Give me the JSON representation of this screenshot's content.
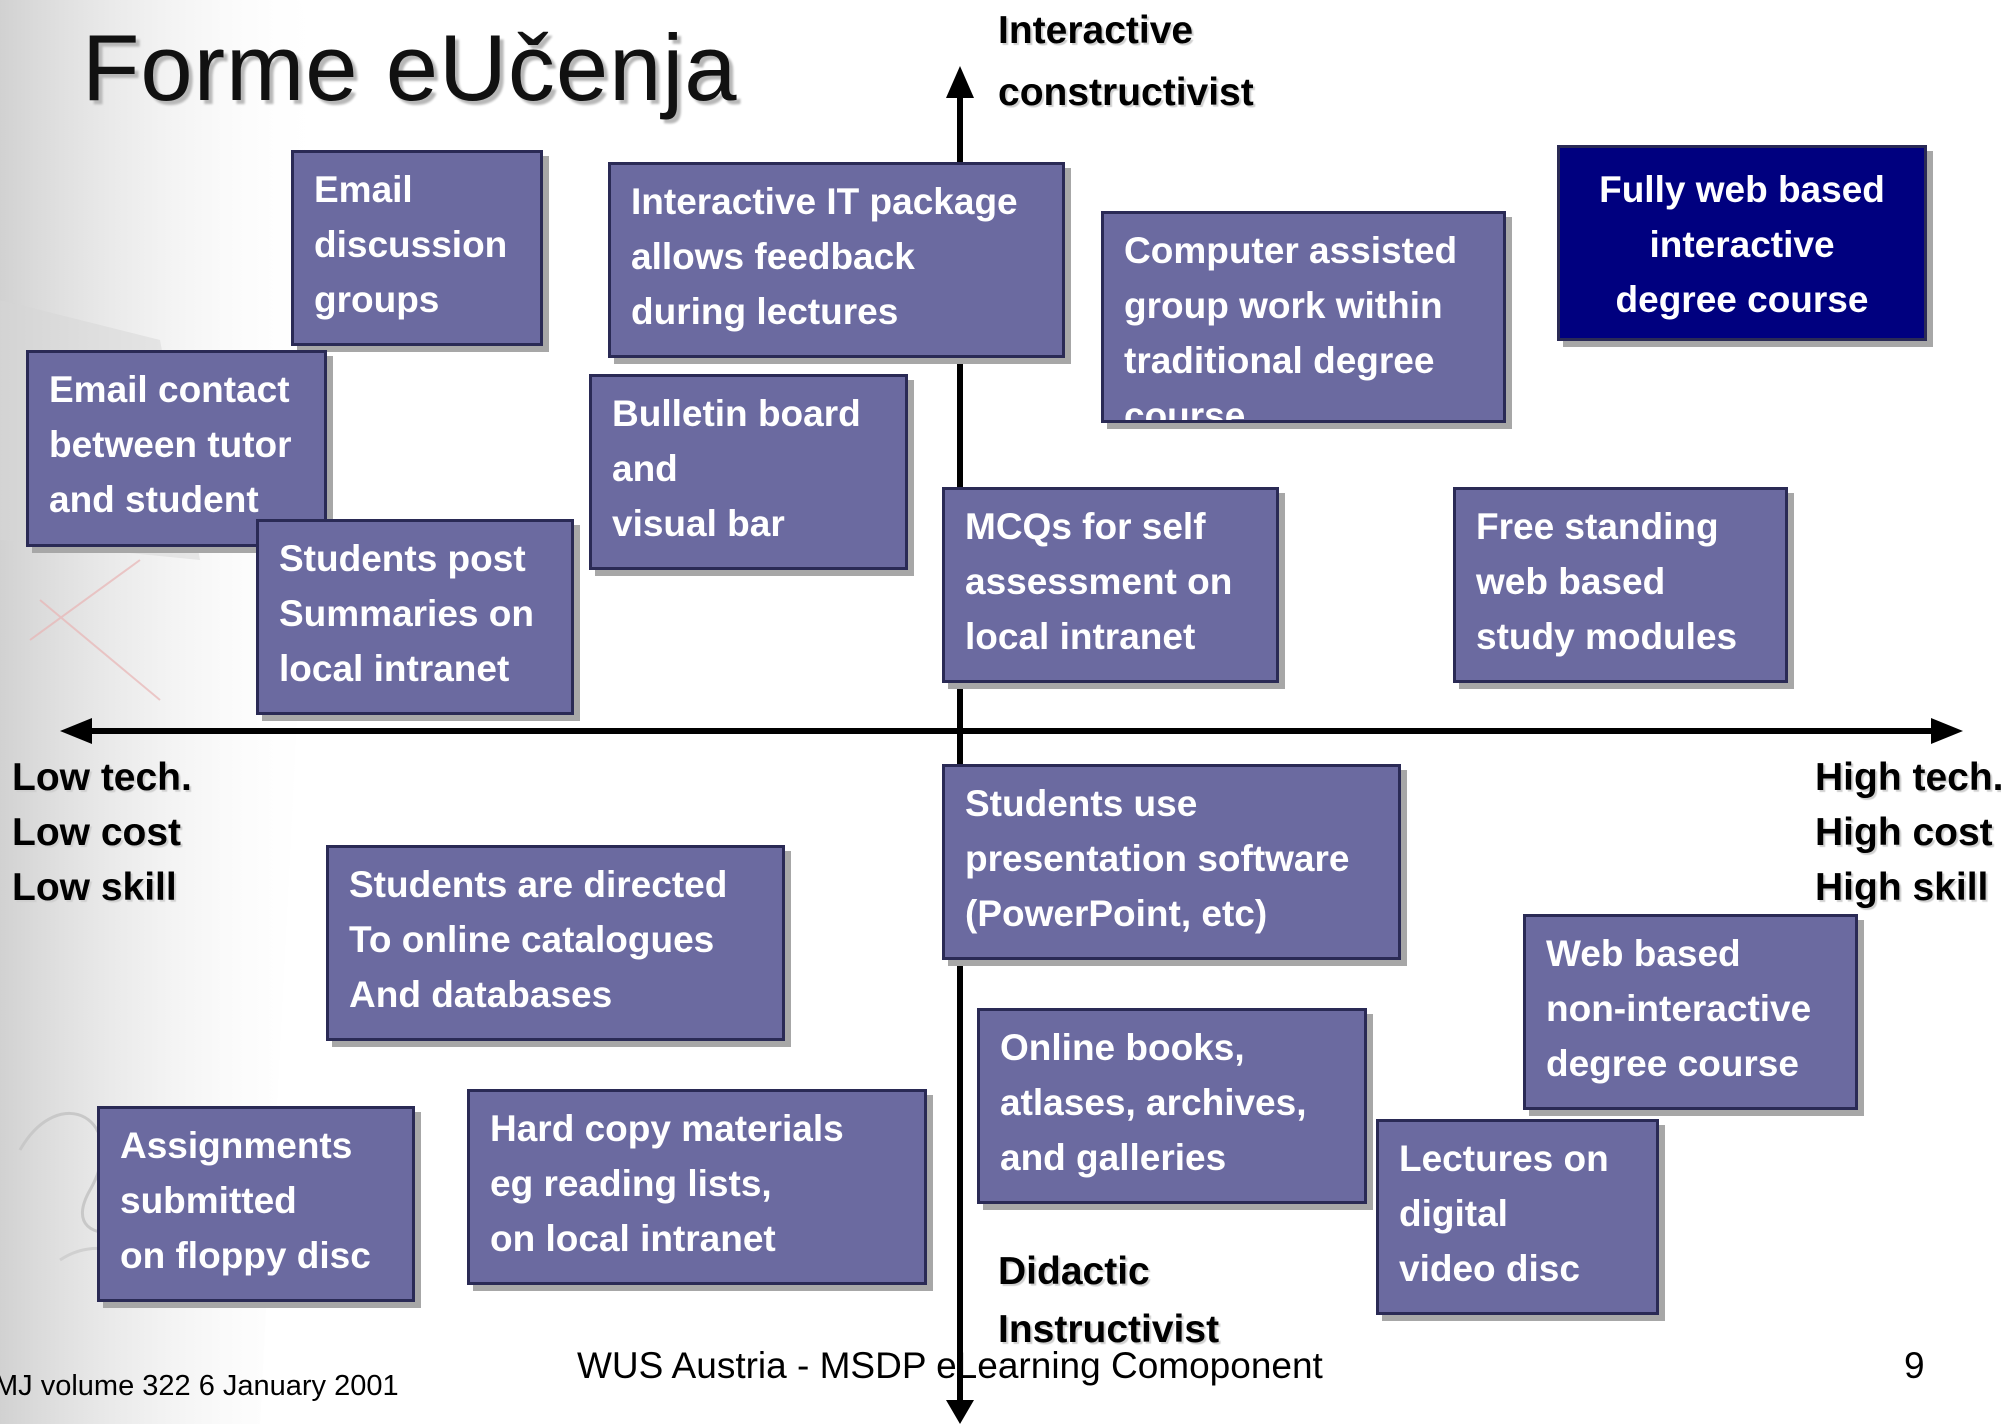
{
  "slide": {
    "title": "Forme eUčenja",
    "axes": {
      "top": [
        "Interactive",
        "constructivist"
      ],
      "bottom": [
        "Didactic",
        "Instructivist"
      ],
      "left": [
        "Low tech.",
        "Low cost",
        "Low skill"
      ],
      "right": [
        "High tech.",
        "High cost",
        "High skill"
      ]
    },
    "boxes": [
      {
        "id": "email-discussion-groups",
        "lines": [
          "Email",
          "discussion",
          "groups"
        ]
      },
      {
        "id": "interactive-it-package",
        "lines": [
          "Interactive IT package",
          "allows feedback",
          "during lectures"
        ]
      },
      {
        "id": "computer-assisted-group-work",
        "lines": [
          "Computer assisted",
          "group work within",
          "traditional degree",
          "course"
        ]
      },
      {
        "id": "fully-web-based-course",
        "lines": [
          "Fully web based",
          "interactive",
          "degree course"
        ],
        "highlight": true
      },
      {
        "id": "email-contact",
        "lines": [
          "Email contact",
          "between tutor",
          "and student"
        ]
      },
      {
        "id": "bulletin-board",
        "lines": [
          "Bulletin board",
          "and",
          "visual bar"
        ]
      },
      {
        "id": "students-post-summaries",
        "lines": [
          "Students post",
          "Summaries on",
          "local intranet"
        ]
      },
      {
        "id": "mcqs-self-assessment",
        "lines": [
          "MCQs for self",
          "assessment on",
          "local intranet"
        ]
      },
      {
        "id": "free-standing-modules",
        "lines": [
          "Free standing",
          "web based",
          "study modules"
        ]
      },
      {
        "id": "students-presentation-software",
        "lines": [
          "Students use",
          "presentation software",
          "(PowerPoint, etc)"
        ]
      },
      {
        "id": "students-online-catalogues",
        "lines": [
          "Students are directed",
          "To online catalogues",
          "And databases"
        ]
      },
      {
        "id": "web-based-non-interactive",
        "lines": [
          "Web based",
          "non-interactive",
          "degree course"
        ]
      },
      {
        "id": "online-books",
        "lines": [
          "Online books,",
          "atlases, archives,",
          "and galleries"
        ]
      },
      {
        "id": "assignments-floppy",
        "lines": [
          "Assignments",
          "submitted",
          "on floppy disc"
        ]
      },
      {
        "id": "hard-copy-materials",
        "lines": [
          "Hard copy materials",
          "eg reading lists,",
          "on local intranet"
        ]
      },
      {
        "id": "lectures-video-disc",
        "lines": [
          "Lectures on",
          "digital",
          "video disc"
        ]
      }
    ],
    "footer": {
      "citation": "MJ volume 322 6 January 2001",
      "center": "WUS Austria - MSDP eLearning Comoponent",
      "page_number": "9"
    },
    "colors": {
      "box_fill": "#6b6aa0",
      "box_highlight_fill": "#00007f",
      "box_text": "#ffffff",
      "axis": "#000000"
    }
  }
}
